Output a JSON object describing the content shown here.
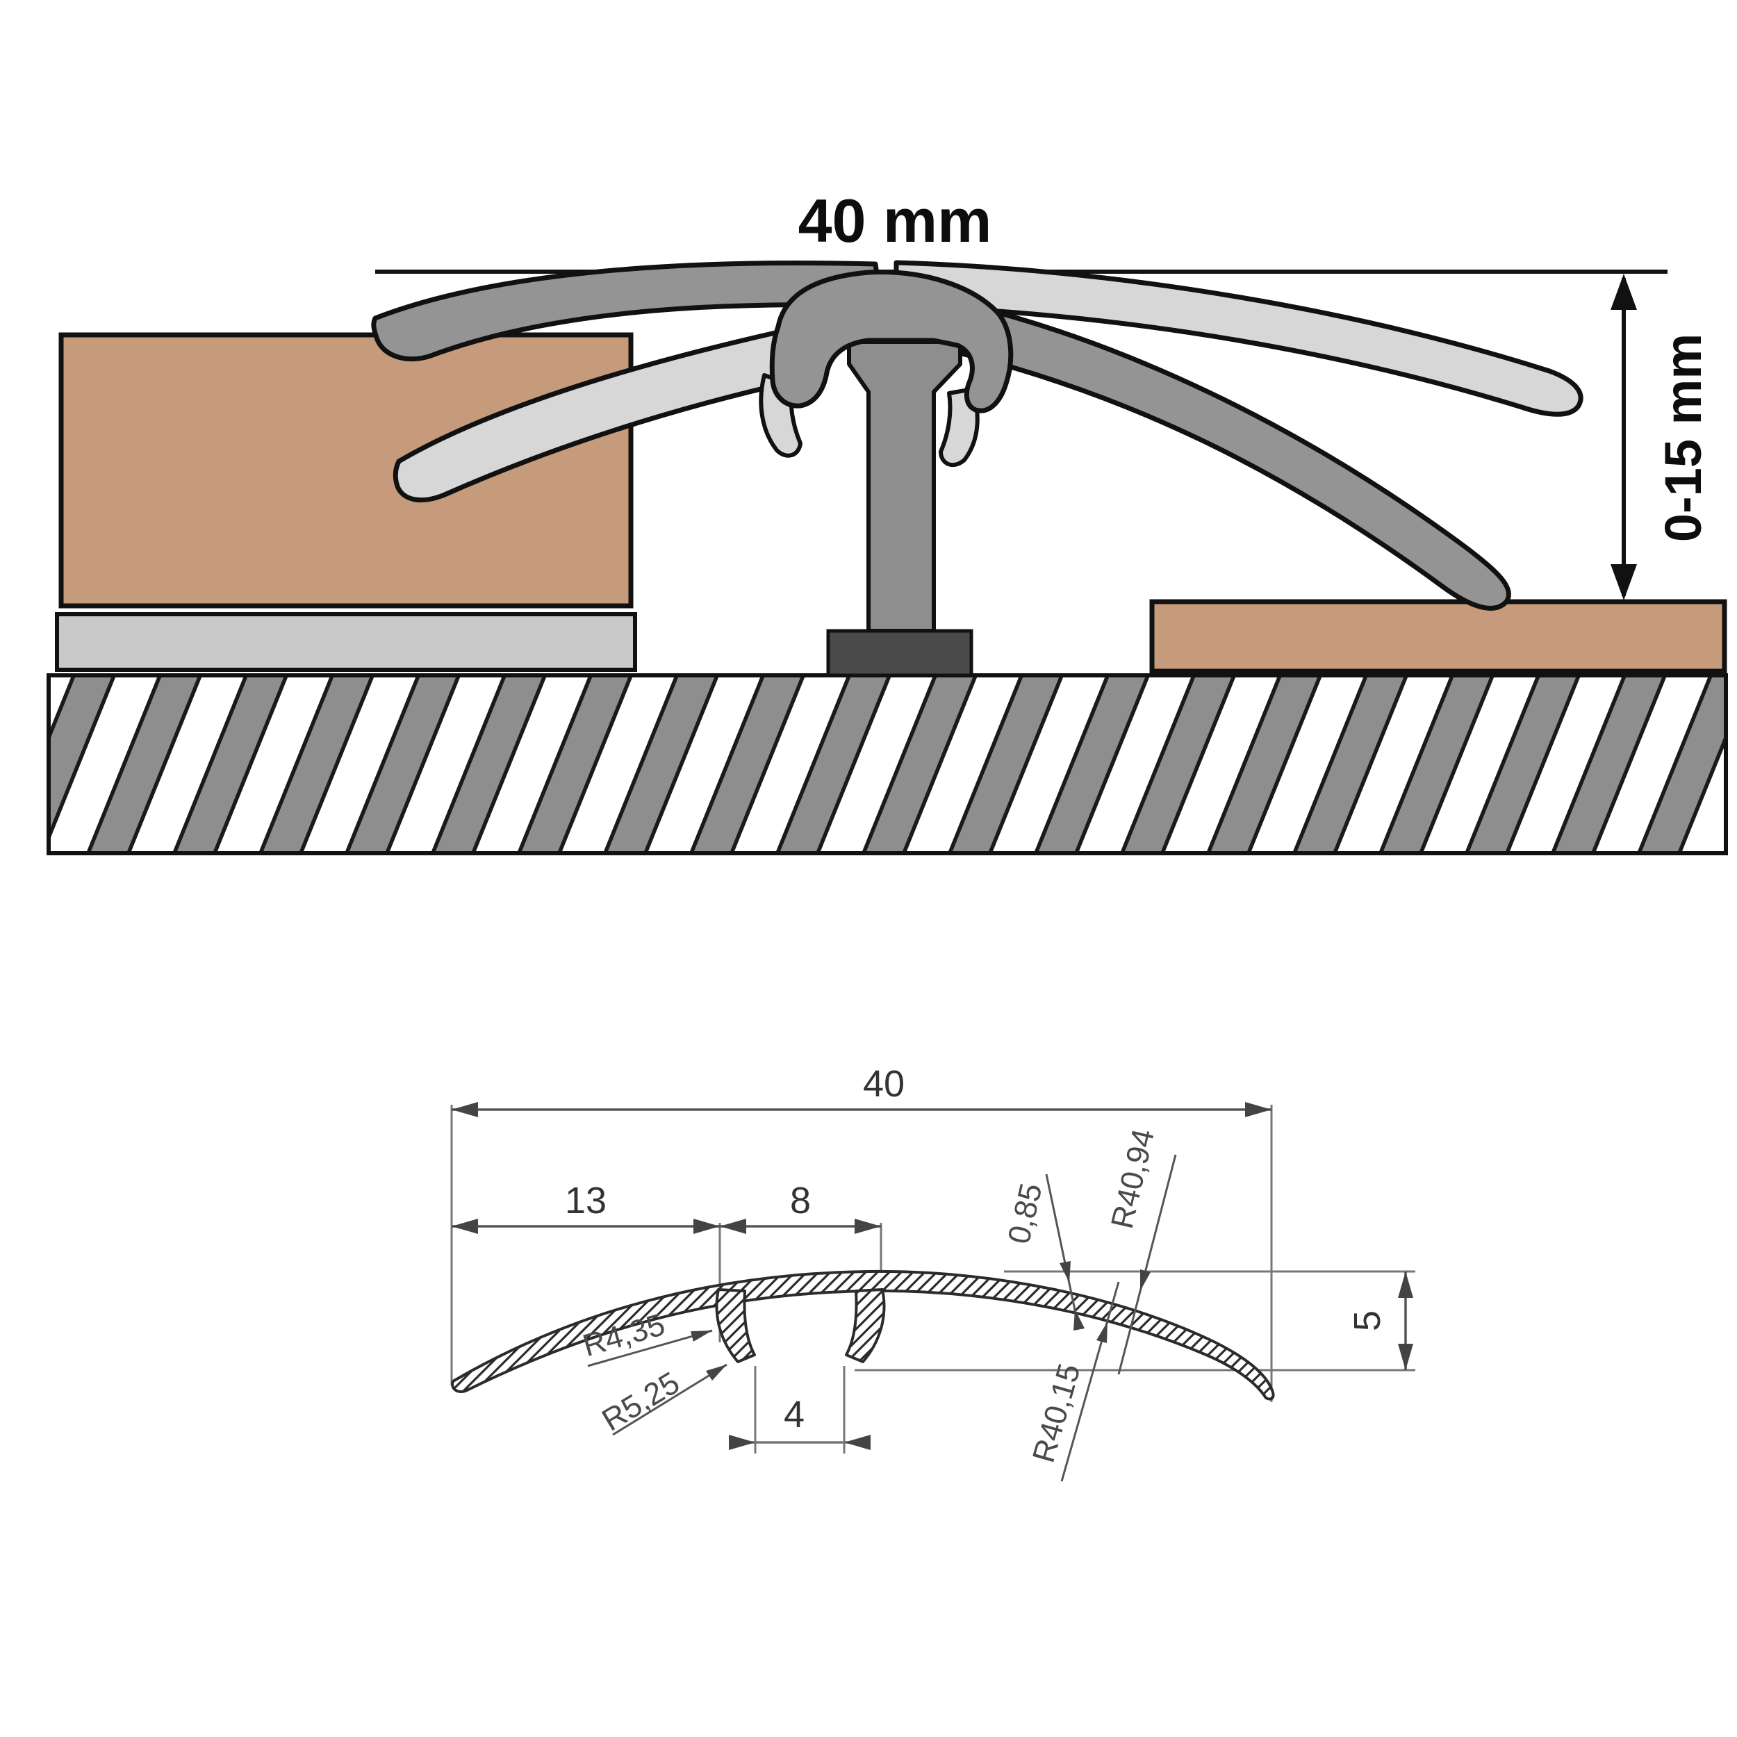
{
  "installation": {
    "width_label": "40 mm",
    "height_range_label": "0-15 mm",
    "colors": {
      "floor": "#C69B7B",
      "underlay": "#C9C9C9",
      "subfloor_stripe": "#8E8E8E",
      "profile_gray": "#949494",
      "profile_light": "#D7D7D7",
      "stem": "#8E8E8E",
      "anchor": "#4A4A4A",
      "outline": "#111111"
    }
  },
  "cad": {
    "overall_width": "40",
    "left_wing_width": "13",
    "channel_outer_width": "8",
    "channel_mouth_width": "4",
    "profile_height": "5",
    "wall_thickness": "0,85",
    "radius_top_surface": "R40,94",
    "radius_bottom_surface": "R40,15",
    "radius_inner_fillet": "R4,35",
    "radius_outer_fillet": "R5,25",
    "line_color": "#555555",
    "text_color": "#3a3a3a"
  }
}
